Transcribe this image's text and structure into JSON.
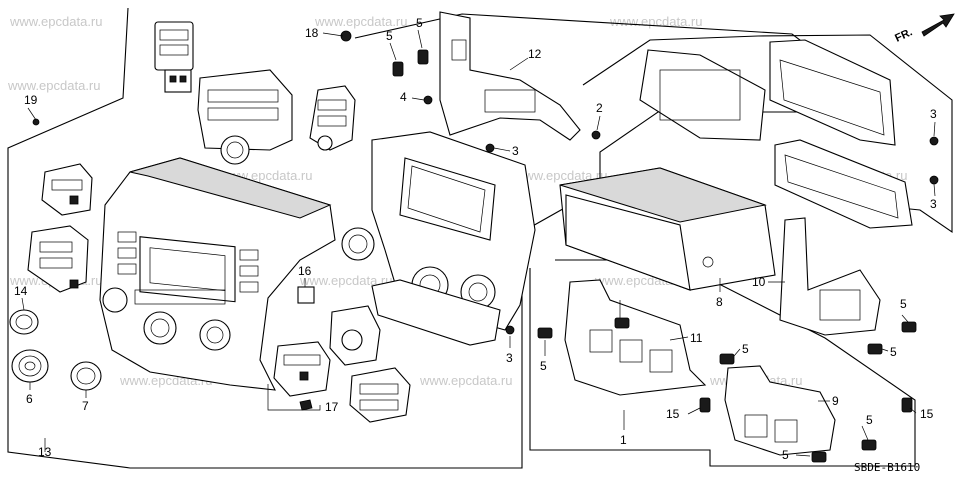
{
  "diagram": {
    "watermark": "www.epcdata.ru",
    "direction_label": "FR.",
    "drawing_code": "SBDE-B1610",
    "callouts": [
      {
        "id": "c19",
        "text": "19"
      },
      {
        "id": "c18",
        "text": "18"
      },
      {
        "id": "c5a",
        "text": "5"
      },
      {
        "id": "c5b",
        "text": "5"
      },
      {
        "id": "c4",
        "text": "4"
      },
      {
        "id": "c12",
        "text": "12"
      },
      {
        "id": "c3a",
        "text": "3"
      },
      {
        "id": "c2",
        "text": "2"
      },
      {
        "id": "c3b",
        "text": "3"
      },
      {
        "id": "c3c",
        "text": "3"
      },
      {
        "id": "c16",
        "text": "16"
      },
      {
        "id": "c14",
        "text": "14"
      },
      {
        "id": "c6",
        "text": "6"
      },
      {
        "id": "c7",
        "text": "7"
      },
      {
        "id": "c17",
        "text": "17"
      },
      {
        "id": "c13",
        "text": "13"
      },
      {
        "id": "c3d",
        "text": "3"
      },
      {
        "id": "c8",
        "text": "8"
      },
      {
        "id": "c10",
        "text": "10"
      },
      {
        "id": "c5c",
        "text": "5"
      },
      {
        "id": "c5d",
        "text": "5"
      },
      {
        "id": "c5e",
        "text": "5"
      },
      {
        "id": "c11",
        "text": "11"
      },
      {
        "id": "c5f",
        "text": "5"
      },
      {
        "id": "c9",
        "text": "9"
      },
      {
        "id": "c15a",
        "text": "15"
      },
      {
        "id": "c15b",
        "text": "15"
      },
      {
        "id": "c1",
        "text": "1"
      },
      {
        "id": "c5g",
        "text": "5"
      },
      {
        "id": "c5h",
        "text": "5"
      }
    ]
  }
}
